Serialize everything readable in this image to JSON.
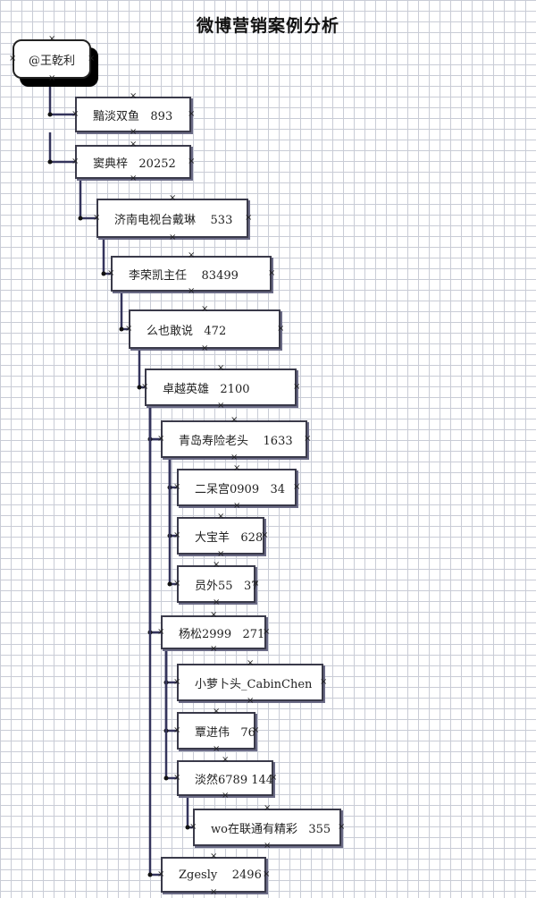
{
  "title": "微博营销案例分析",
  "colors": {
    "line": "#34345c",
    "grid": "#c9ccd6",
    "border": "#3a3a4a"
  },
  "root": {
    "label": "@王乾利"
  },
  "nodes": [
    {
      "id": "n1",
      "label": "黯淡双鱼   893"
    },
    {
      "id": "n2",
      "label": "窦典梓   20252"
    },
    {
      "id": "n3",
      "label": "济南电视台戴琳    533"
    },
    {
      "id": "n4",
      "label": "李荣凯主任    83499"
    },
    {
      "id": "n5",
      "label": "么也敢说   472"
    },
    {
      "id": "n6",
      "label": "卓越英雄   2100"
    },
    {
      "id": "n7",
      "label": "青岛寿险老头    1633"
    },
    {
      "id": "n8",
      "label": "二呆宫0909   34"
    },
    {
      "id": "n9",
      "label": "大宝羊   628"
    },
    {
      "id": "n10",
      "label": "员外55   37"
    },
    {
      "id": "n11",
      "label": "杨松2999   271"
    },
    {
      "id": "n12",
      "label": "小萝卜头_CabinChen"
    },
    {
      "id": "n13",
      "label": "覃进伟   76"
    },
    {
      "id": "n14",
      "label": "淡然6789 144"
    },
    {
      "id": "n15",
      "label": "wo在联通有精彩   355"
    },
    {
      "id": "n16",
      "label": "Zgesly    2496"
    }
  ]
}
